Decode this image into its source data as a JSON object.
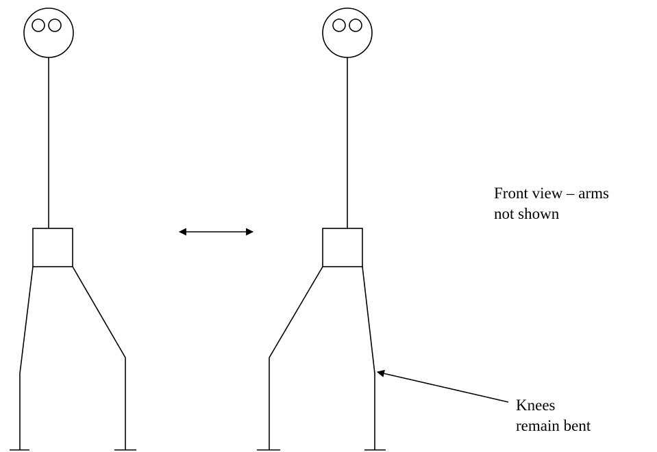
{
  "annotations": {
    "front_view": {
      "line1": "Front view – arms",
      "line2": "not shown"
    },
    "knees": {
      "line1": "Knees",
      "line2": "remain bent"
    }
  },
  "figures": [
    {
      "name": "left-figure",
      "pose": "knees bent"
    },
    {
      "name": "right-figure",
      "pose": "knees bent"
    }
  ],
  "colors": {
    "line": "#000000",
    "background": "#ffffff"
  }
}
